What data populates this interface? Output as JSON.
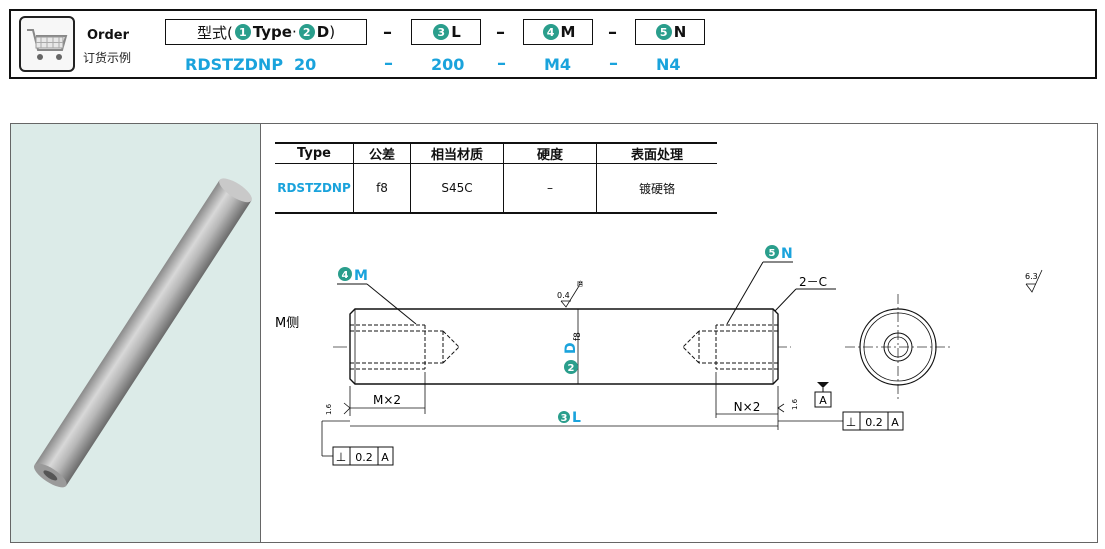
{
  "order": {
    "title": "Order",
    "subtitle": "订货示例",
    "header": {
      "type_prefix": "型式(",
      "n1": "1",
      "type_word": "Type",
      "sep": " · ",
      "n2": "2",
      "d_word": "D",
      "close": ")",
      "n3": "3",
      "l_word": "L",
      "n4": "4",
      "m_word": "M",
      "n5": "5",
      "n_word": "N",
      "dash": "–"
    },
    "values": {
      "type": "RDSTZDNP",
      "d": "20",
      "l": "200",
      "m": "M4",
      "n": "N4",
      "dash": "–"
    }
  },
  "spec_table": {
    "headers": [
      "Type",
      "公差",
      "相当材质",
      "硬度",
      "表面处理"
    ],
    "row": [
      "RDSTZDNP",
      "f8",
      "S45C",
      "–",
      "镀硬铬"
    ]
  },
  "drawing": {
    "m_side_label": "M侧",
    "m_callout": "M",
    "n_callout": "N",
    "chamfer": "2－C",
    "surface_top": "0.4",
    "surface_top_note": "磨",
    "surface_right": "6.3",
    "rough_16": "1.6",
    "dim_m": "M×2",
    "dim_n": "N×2",
    "dim_l": "L",
    "dim_d": "D",
    "dim_d_tol": "f8",
    "datum": "A",
    "perp_symbol": "⊥",
    "perp_value": "0.2",
    "num_d": "2",
    "num_l": "3",
    "num_m": "4",
    "num_n": "5"
  },
  "colors": {
    "accent_blue": "#1aa3dc",
    "badge_teal": "#2a9e8c",
    "photo_bg": "#dcebe8"
  }
}
